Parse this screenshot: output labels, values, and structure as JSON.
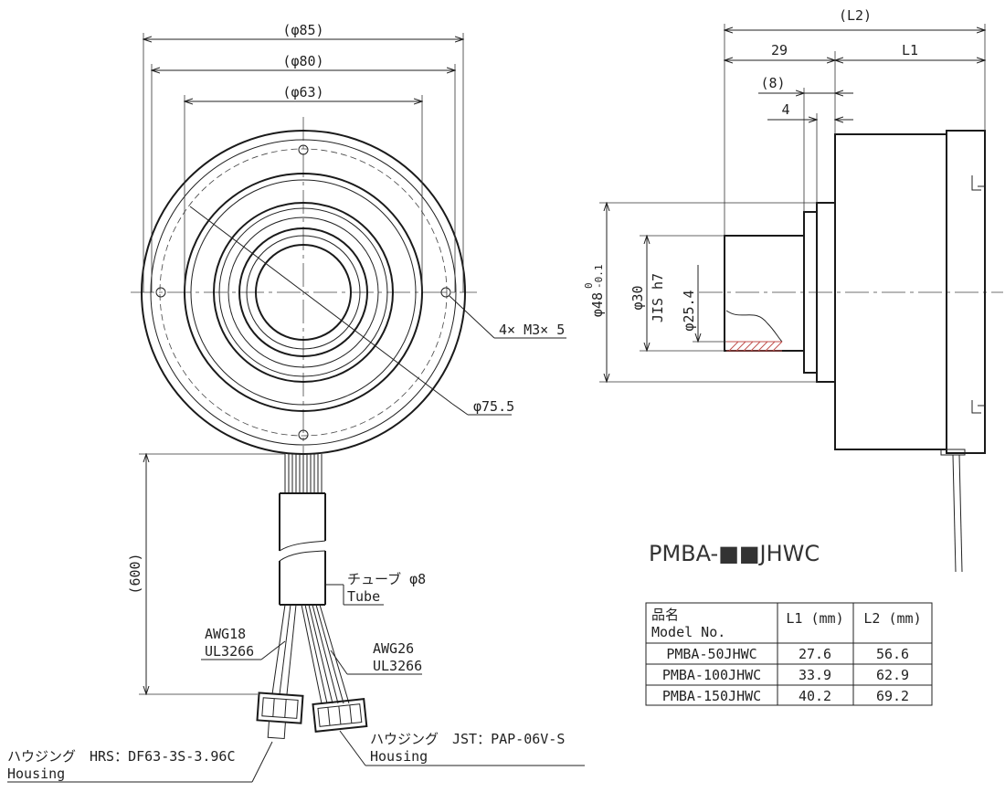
{
  "front_view": {
    "dim_outer": "(φ85)",
    "dim_flange": "(φ80)",
    "dim_body": "(φ63)",
    "screw_spec": "4× M3× 5",
    "pcd": "φ75.5",
    "cable_length": "(600)",
    "tube_label_jp": "チューブ φ8",
    "tube_label_en": "Tube",
    "awg18_line1": "AWG18",
    "awg18_line2": "UL3266",
    "awg26_line1": "AWG26",
    "awg26_line2": "UL3266",
    "housing_hrs_jp": "ハウジング　HRS：DF63-3S-3.96C",
    "housing_hrs_en": "Housing",
    "housing_jst_jp": "ハウジング　JST：PAP-06V-S",
    "housing_jst_en": "Housing"
  },
  "side_view": {
    "dim_l2": "(L2)",
    "dim_29": "29",
    "dim_l1": "L1",
    "dim_8": "(8)",
    "dim_4": "4",
    "dim_48_base": "φ48",
    "dim_48_upper_tol": "0",
    "dim_48_lower_tol": "-0.1",
    "dim_30": "φ30",
    "dim_30_fit": "JIS h7",
    "dim_25": "φ25.4"
  },
  "model_title": "PMBA-■■JHWC",
  "spec_table": {
    "header_name_jp": "品名",
    "header_name_en": "Model No.",
    "header_l1": "L1 (mm)",
    "header_l2": "L2 (mm)",
    "rows": [
      {
        "model": "PMBA-50JHWC",
        "l1": "27.6",
        "l2": "56.6"
      },
      {
        "model": "PMBA-100JHWC",
        "l1": "33.9",
        "l2": "62.9"
      },
      {
        "model": "PMBA-150JHWC",
        "l1": "40.2",
        "l2": "69.2"
      }
    ]
  },
  "colors": {
    "line": "#222222",
    "hatch": "#c0504d"
  }
}
